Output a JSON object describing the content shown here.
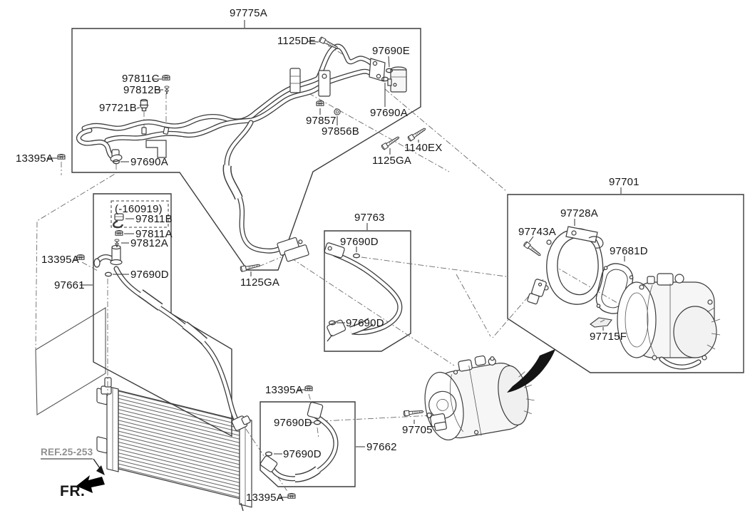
{
  "diagram_type": "parts-exploded-diagram",
  "colors": {
    "background": "#ffffff",
    "line_art": "#3c3c3c",
    "label_text": "#161616",
    "ref_label": "#8f8f8f",
    "direction_arrow": "#000000"
  },
  "callouts": {
    "c97775A": "97775A",
    "c1125DE": "1125DE",
    "c97690E": "97690E",
    "c97811C": "97811C",
    "c97812B": "97812B",
    "c97721B": "97721B",
    "c97857": "97857",
    "c97856B": "97856B",
    "c1125GA_top": "1125GA",
    "c1140EX": "1140EX",
    "c97690A_right": "97690A",
    "c13395A_1": "13395A",
    "c97690A_left": "97690A",
    "c_date_note": "(-160919)",
    "c97811B": "97811B",
    "c97811A": "97811A",
    "c97812A": "97812A",
    "c97690D_61": "97690D",
    "c13395A_2": "13395A",
    "c97661": "97661",
    "c97763": "97763",
    "c97690D_63top": "97690D",
    "c97690D_63bot": "97690D",
    "c1125GA_bottom": "1125GA",
    "c97701": "97701",
    "c97728A": "97728A",
    "c97743A": "97743A",
    "c97681D": "97681D",
    "c97715F": "97715F",
    "c97705": "97705",
    "c13395A_3": "13395A",
    "c97690D_62a": "97690D",
    "c97690D_62b": "97690D",
    "c97662": "97662",
    "c13395A_4": "13395A",
    "ref_note": "REF.25-253",
    "front_marker": "FR."
  }
}
